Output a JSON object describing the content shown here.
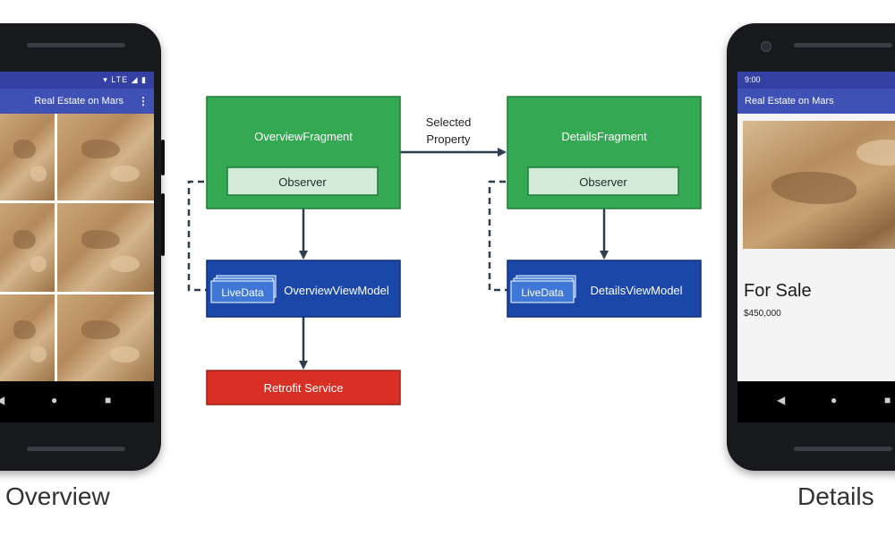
{
  "left_phone": {
    "status_icons": "▾ LTE ◢ ▮",
    "app_title": "Real Estate on Mars",
    "menu_glyph": "⋮",
    "nav": {
      "back": "◀",
      "home": "●",
      "recents": "■"
    }
  },
  "right_phone": {
    "status_time": "9:00",
    "app_title": "Real Estate on Mars",
    "for_sale": "For Sale",
    "price": "$450,000",
    "nav": {
      "back": "◀",
      "home": "●",
      "recents": "■"
    }
  },
  "diagram": {
    "overview_fragment": "OverviewFragment",
    "details_fragment": "DetailsFragment",
    "observer": "Observer",
    "overview_viewmodel": "OverviewViewModel",
    "details_viewmodel": "DetailsViewModel",
    "livedata": "LiveData",
    "retrofit_service": "Retrofit Service",
    "edge_label_line1": "Selected",
    "edge_label_line2": "Property"
  },
  "captions": {
    "overview": "Overview",
    "details": "Details"
  },
  "colors": {
    "fragment_green": "#34a853",
    "observer_green": "#d4ead9",
    "viewmodel_blue": "#1a47a8",
    "livedata_blue": "#3f78d6",
    "service_red": "#d93025",
    "app_bar_indigo": "#3f51b5",
    "arrow": "#2c3e50"
  }
}
